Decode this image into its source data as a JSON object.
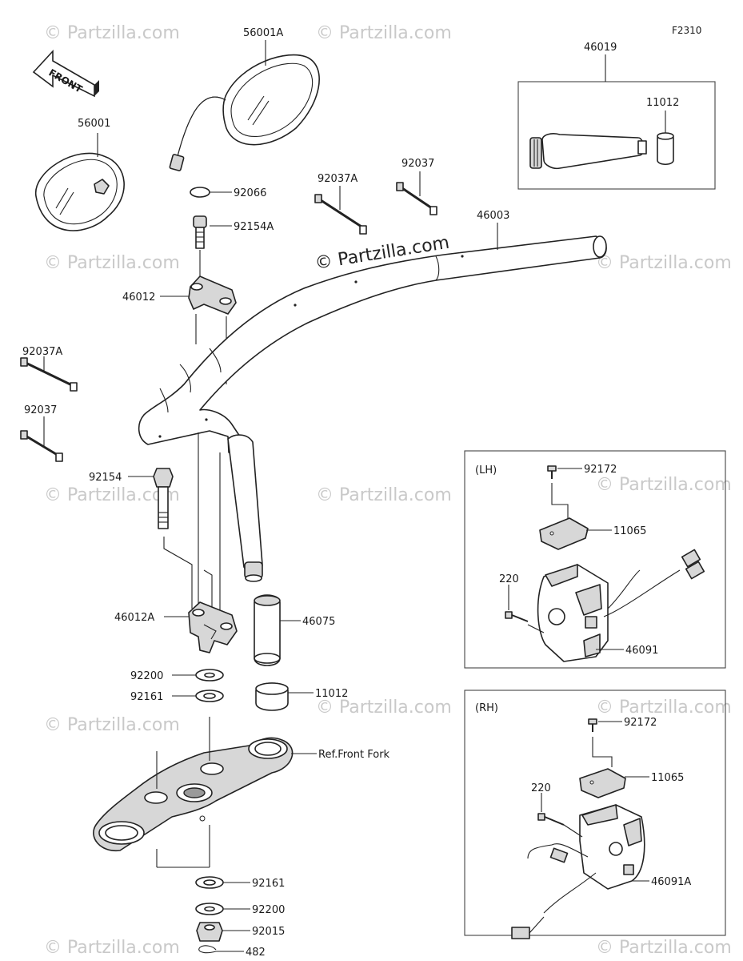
{
  "figure_code": "F2310",
  "watermark": "© Partzilla.com",
  "front_arrow_label": "FRONT",
  "labels": {
    "p56001A": "56001A",
    "p56001": "56001",
    "p46019": "46019",
    "p11012_top": "11012",
    "p92066": "92066",
    "p92154A": "92154A",
    "p92037A_top": "92037A",
    "p92037_top": "92037",
    "p46003": "46003",
    "p46012": "46012",
    "p92037A_left": "92037A",
    "p92037_left": "92037",
    "p92154": "92154",
    "p46012A": "46012A",
    "p46075": "46075",
    "p92200_a": "92200",
    "p92161_a": "92161",
    "p11012_b": "11012",
    "ref_front_fork": "Ref.Front Fork",
    "p92161_b": "92161",
    "p92200_b": "92200",
    "p92015": "92015",
    "p482": "482"
  },
  "lh_panel": {
    "title": "(LH)",
    "p92172": "92172",
    "p11065": "11065",
    "p220": "220",
    "p46091": "46091"
  },
  "rh_panel": {
    "title": "(RH)",
    "p92172": "92172",
    "p11065": "11065",
    "p220": "220",
    "p46091A": "46091A"
  }
}
